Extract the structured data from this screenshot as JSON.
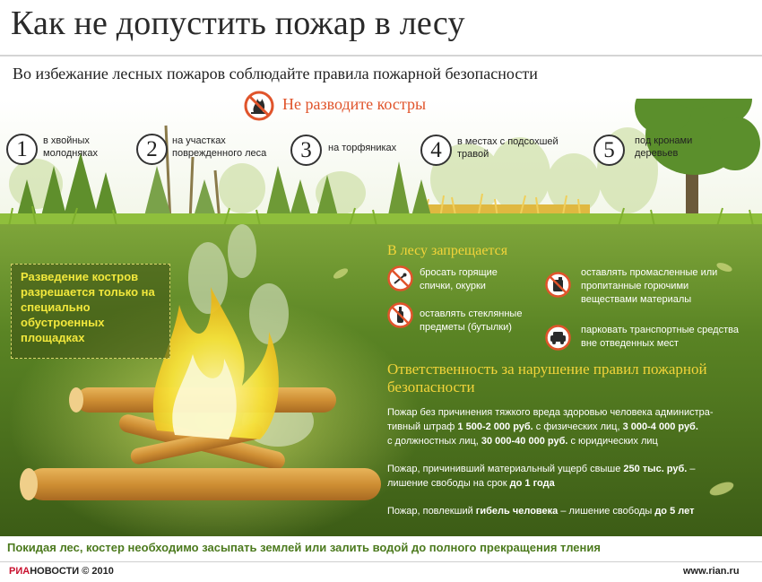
{
  "header": {
    "title": "Как не допустить пожар в лесу",
    "subtitle": "Во избежание лесных пожаров соблюдайте правила пожарной безопасности",
    "no_fire_label": "Не разводите костры"
  },
  "places": [
    {
      "number": "1",
      "line1": "в хвойных",
      "line2": "молодняках"
    },
    {
      "number": "2",
      "line1": "на участках",
      "line2": "поврежденного леса"
    },
    {
      "number": "3",
      "line1": "на торфяниках",
      "line2": ""
    },
    {
      "number": "4",
      "line1": "в местах с подсохшей",
      "line2": "травой"
    },
    {
      "number": "5",
      "line1": "под кронами",
      "line2": "деревьев"
    }
  ],
  "allowed_note": "Разведение костров разрешается только на специально обустроенных площадках",
  "forbidden": {
    "title": "В лесу запрещается",
    "items": [
      {
        "line1": "бросать горящие",
        "line2": "спички, окурки",
        "line3": "",
        "icon": "match-icon"
      },
      {
        "line1": "оставлять стеклянные",
        "line2": "предметы (бутылки)",
        "line3": "",
        "icon": "bottle-icon"
      },
      {
        "line1": "оставлять промасленные или",
        "line2": "пропитанные горючими",
        "line3": "веществами материалы",
        "icon": "canister-icon"
      },
      {
        "line1": "парковать транспортные средства",
        "line2": "вне отведенных мест",
        "line3": "",
        "icon": "car-icon"
      }
    ]
  },
  "responsibility": {
    "title": "Ответственность за нарушение правил пожарной безопасности",
    "p1": {
      "t1": "Пожар без причинения тяжкого вреда здоровью человека администра-",
      "t2": "тивный штраф ",
      "b1": "1 500-2 000 руб.",
      "t3": " с физических лиц, ",
      "b2": "3 000-4 000 руб.",
      "t4": "с должностных лиц, ",
      "b3": "30 000-40 000 руб.",
      "t5": " с юридических лиц"
    },
    "p2": {
      "t1": "Пожар, причинивший материальный ущерб свыше ",
      "b1": "250 тыс. руб.",
      "t2": " –",
      "t3": "лишение свободы на срок ",
      "b2": "до 1 года"
    },
    "p3": {
      "t1": "Пожар, повлекший ",
      "b1": "гибель человека",
      "t2": " – лишение свободы ",
      "b2": "до 5 лет"
    }
  },
  "footer": {
    "note": "Покидая лес, костер необходимо засыпать землей или залить водой до полного прекращения тления",
    "brand_ria": "РИА",
    "brand_novosti": "НОВОСТИ",
    "copyright": " © 2010",
    "site": "www.rian.ru"
  },
  "colors": {
    "accent_red": "#e0542b",
    "heading_yellow": "#f3d43a",
    "grass_green": "#6f9a2a",
    "dark_green": "#3e5a16",
    "footer_green": "#4c7a1e"
  }
}
